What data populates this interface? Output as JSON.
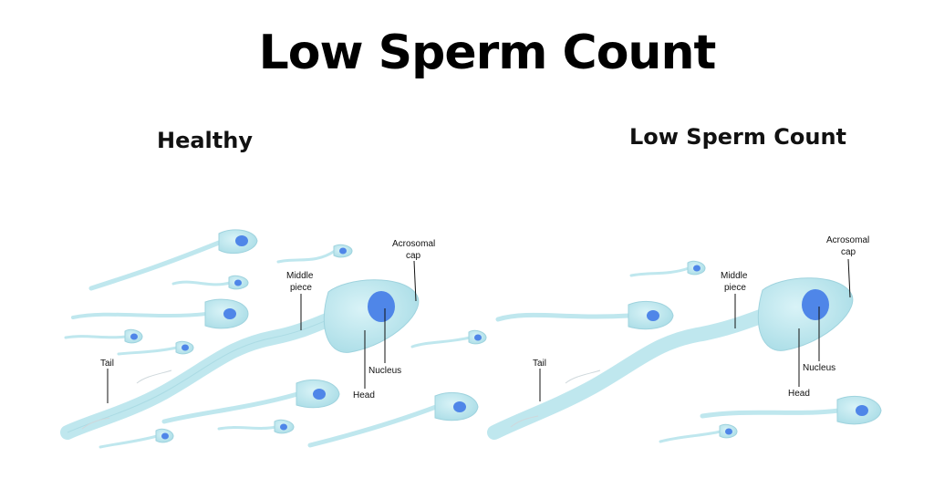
{
  "title": "Low Sperm Count",
  "panels": {
    "healthy": {
      "heading": "Healthy",
      "labels": {
        "acrosomal": [
          "Acrosomal",
          "cap"
        ],
        "middle": [
          "Middle",
          "piece"
        ],
        "tail": "Tail",
        "nucleus": "Nucleus",
        "head": "Head"
      }
    },
    "low": {
      "heading": "Low Sperm Count",
      "labels": {
        "acrosomal": [
          "Acrosomal",
          "cap"
        ],
        "middle": [
          "Middle",
          "piece"
        ],
        "tail": "Tail",
        "nucleus": "Nucleus",
        "head": "Head"
      }
    }
  },
  "colors": {
    "body": "#bfe7ee",
    "outline": "#9fd3de",
    "nucleus": "#4f86e8",
    "label_line": "#111111"
  }
}
